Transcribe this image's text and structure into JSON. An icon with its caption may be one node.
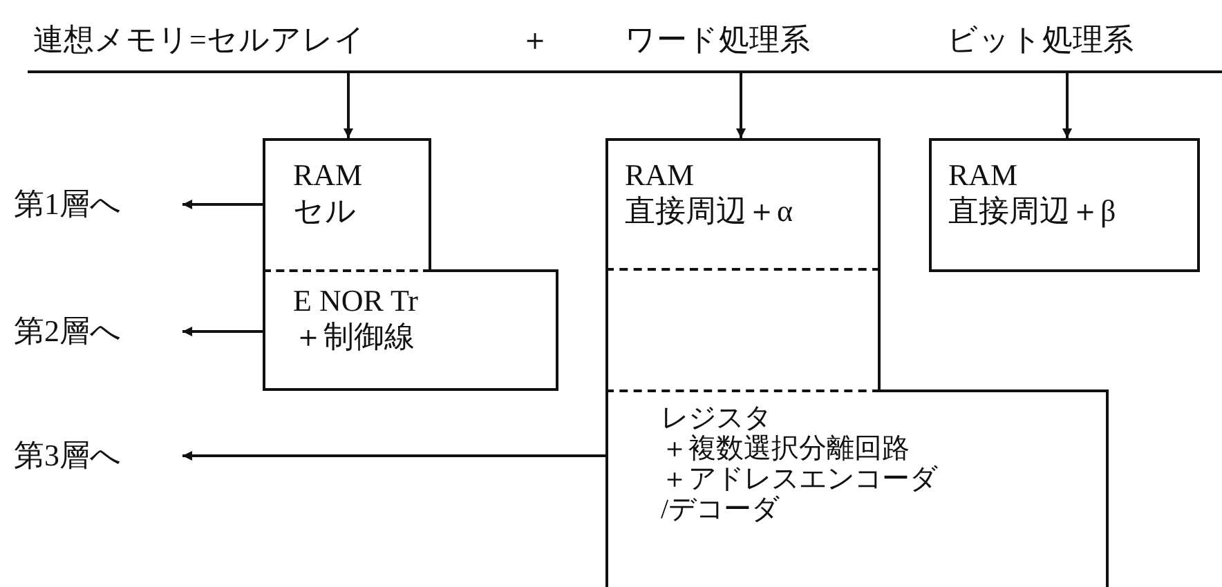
{
  "diagram": {
    "nodes": [
      {
        "text": [
          "連想メモリ=セルアレイ"
        ]
      },
      {
        "text": [
          "ワード処理系"
        ]
      },
      {
        "text": [
          "ビット処理系"
        ]
      },
      {
        "text": [
          "RAM セル"
        ]
      },
      {
        "text": [
          "E NOR Tr",
          "＋制御線"
        ]
      },
      {
        "text": [
          "RAM 直接周辺＋α"
        ]
      },
      {
        "text": [],
        "shape": "box"
      },
      {
        "text": [
          "レジスタ",
          "＋複数選択分離回路",
          "＋アドレスエンコーダ",
          "/デコーダ"
        ]
      },
      {
        "text": [
          "RAM 直接周辺＋β"
        ]
      },
      {
        "text": [
          "第1層へ"
        ]
      },
      {
        "text": [
          "第2層へ"
        ]
      },
      {
        "text": [
          "第3層へ"
        ]
      }
    ],
    "edges": [
      {
        "from": 0,
        "to": 3,
        "arrow": "to"
      },
      {
        "from": 1,
        "to": 5,
        "arrow": "to"
      },
      {
        "from": 2,
        "to": 8,
        "arrow": "to"
      },
      {
        "from": 3,
        "to": 9,
        "arrow": "to"
      },
      {
        "from": 4,
        "to": 10,
        "arrow": "to"
      },
      {
        "from": 7,
        "to": 11,
        "arrow": "to"
      }
    ],
    "labels": [
      "＋"
    ]
  }
}
